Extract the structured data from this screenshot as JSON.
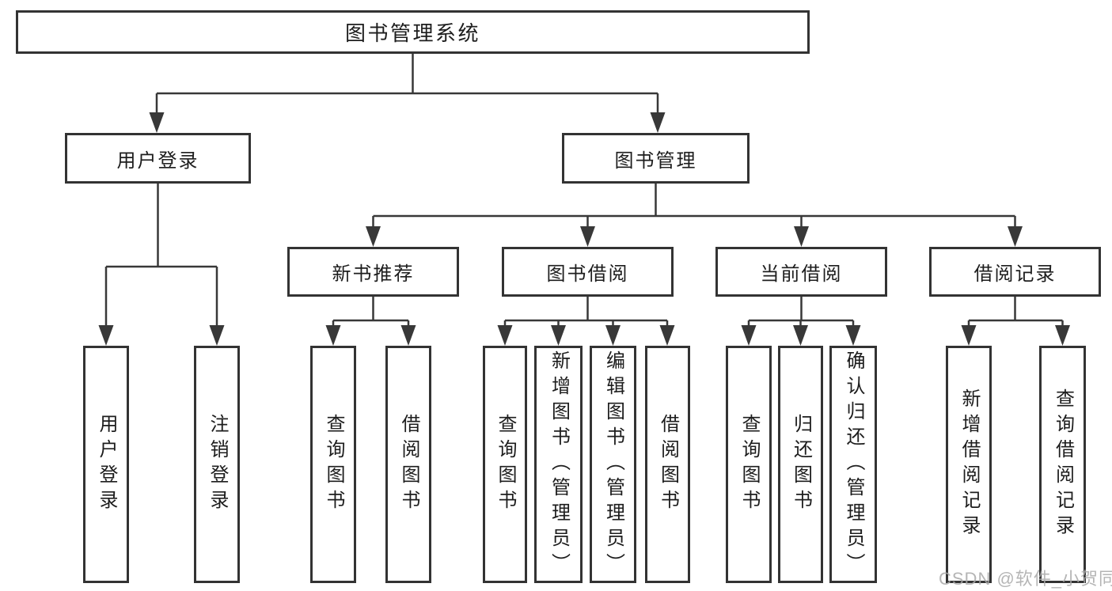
{
  "tree": {
    "label": "图书管理系统",
    "children": [
      {
        "label": "用户登录",
        "children": [
          {
            "label": "用户登录"
          },
          {
            "label": "注销登录"
          }
        ]
      },
      {
        "label": "图书管理",
        "children": [
          {
            "label": "新书推荐",
            "children": [
              {
                "label": "查询图书"
              },
              {
                "label": "借阅图书"
              }
            ]
          },
          {
            "label": "图书借阅",
            "children": [
              {
                "label": "查询图书"
              },
              {
                "label": "新增图书（管理员）"
              },
              {
                "label": "编辑图书（管理员）"
              },
              {
                "label": "借阅图书"
              }
            ]
          },
          {
            "label": "当前借阅",
            "children": [
              {
                "label": "查询图书"
              },
              {
                "label": "归还图书"
              },
              {
                "label": "确认归还（管理员）"
              }
            ]
          },
          {
            "label": "借阅记录",
            "children": [
              {
                "label": "新增借阅记录"
              },
              {
                "label": "查询借阅记录"
              }
            ]
          }
        ]
      }
    ]
  },
  "watermark": "CSDN @软件_小贺同学",
  "colors": {
    "line": "#383838",
    "border": "#333333",
    "text": "#1d1d1d",
    "watermark": "#a9a9a9",
    "background": "#ffffff"
  }
}
